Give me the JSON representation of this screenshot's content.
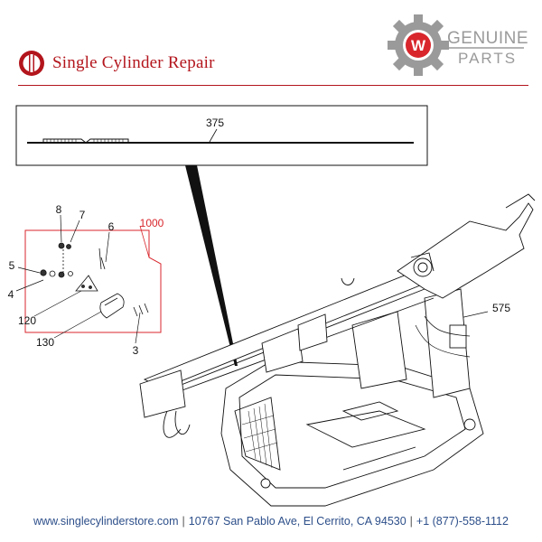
{
  "brand": {
    "name": "Single Cylinder Repair",
    "color": "#b3151c"
  },
  "genuine_badge": {
    "line1": "GENUINE",
    "line2": "PARTS",
    "logo_letter": "W",
    "color": "#9a9a9a",
    "accent": "#d8262c"
  },
  "diagram": {
    "detail_callout": "375",
    "group_callout": "1000",
    "group_color": "#d8262c",
    "part_callouts": [
      "8",
      "7",
      "6",
      "5",
      "4",
      "120",
      "130",
      "3",
      "575"
    ]
  },
  "footer": {
    "website": "www.singlecylinderstore.com",
    "address": "10767 San Pablo Ave, El Cerrito, CA 94530",
    "phone": "+1 (877)-558-1112",
    "separator": "|"
  }
}
